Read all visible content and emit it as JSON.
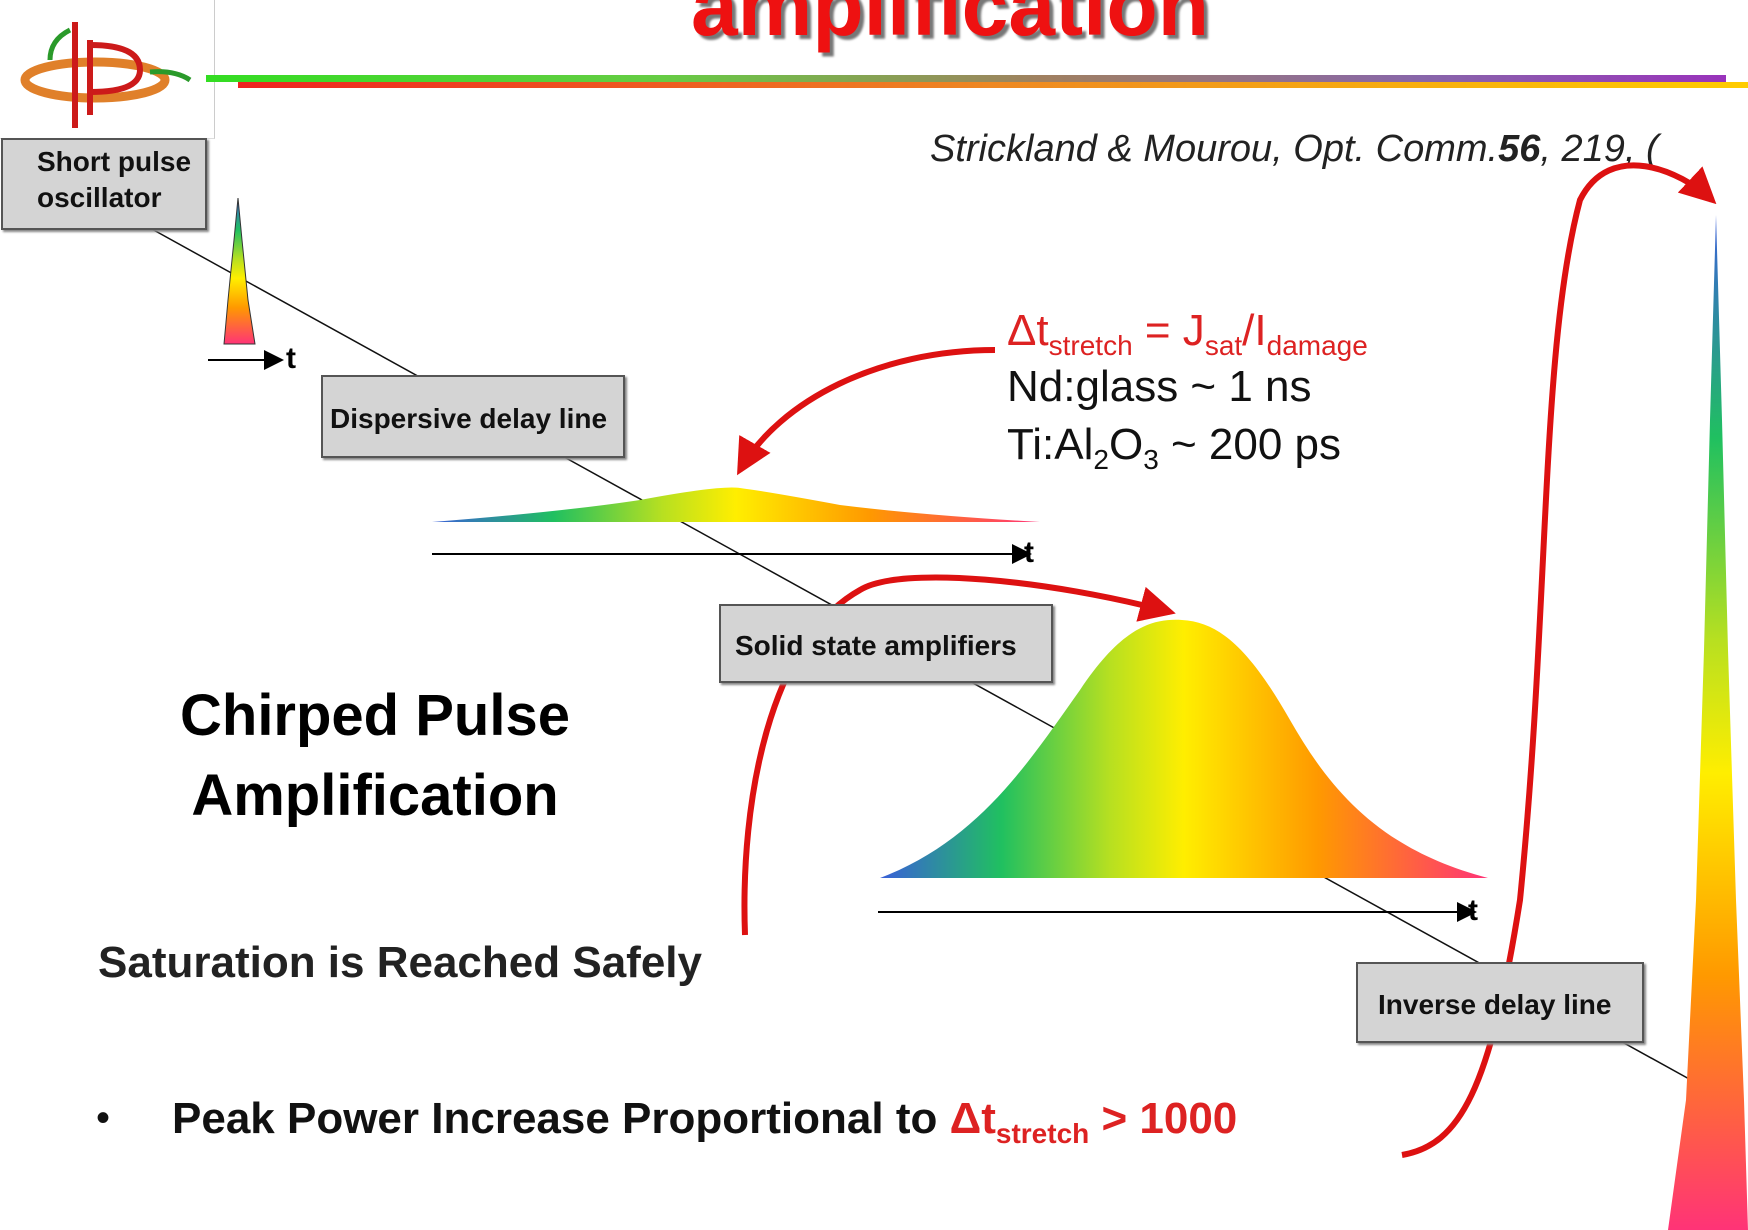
{
  "title": "amplification",
  "citation": {
    "authors": "Strickland & Mourou, Opt. Comm.",
    "volume": "56",
    "rest": ", 219, ("
  },
  "boxes": {
    "oscillator_line1": "Short pulse",
    "oscillator_line2": "oscillator",
    "dispersive": "Dispersive delay line",
    "amplifiers": "Solid state amplifiers",
    "inverse": "Inverse delay line"
  },
  "equation": {
    "lhs": "Δt",
    "lhs_sub": "stretch",
    "eq": " = J",
    "j_sub": "sat",
    "slash": "/I",
    "i_sub": "damage"
  },
  "specs": {
    "line1": "Nd:glass ~ 1 ns",
    "line2_pre": "Ti:Al",
    "line2_sub1": "2",
    "line2_mid": "O",
    "line2_sub2": "3",
    "line2_post": " ~ 200 ps"
  },
  "heading": {
    "line1": "Chirped Pulse",
    "line2": "Amplification"
  },
  "saturation": "Saturation is Reached Safely",
  "peak": {
    "bullet": "•",
    "text": "Peak Power Increase Proportional to ",
    "dt": "Δt",
    "dt_sub": "stretch",
    "tail": " > 1000"
  },
  "axis_label": "t",
  "colors": {
    "title_red": "#ee1111",
    "arrow_red": "#dd1111",
    "box_gray": "#d4d4d4",
    "spectrum": [
      "#3a5fd9",
      "#20c060",
      "#b8e020",
      "#ffee00",
      "#ff9900",
      "#ff3377"
    ]
  }
}
